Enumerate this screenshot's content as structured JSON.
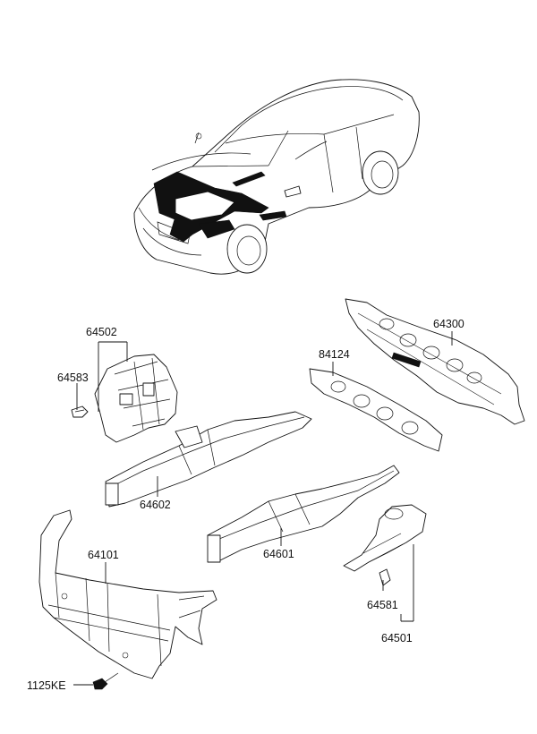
{
  "parts": [
    {
      "id": "p64502",
      "number": "64502"
    },
    {
      "id": "p64583",
      "number": "64583"
    },
    {
      "id": "p64300",
      "number": "64300"
    },
    {
      "id": "p84124",
      "number": "84124"
    },
    {
      "id": "p64602",
      "number": "64602"
    },
    {
      "id": "p64101",
      "number": "64101"
    },
    {
      "id": "p64601",
      "number": "64601"
    },
    {
      "id": "p64581",
      "number": "64581"
    },
    {
      "id": "p64501",
      "number": "64501"
    },
    {
      "id": "p1125KE",
      "number": "1125KE"
    }
  ],
  "colors": {
    "line": "#111111",
    "background": "#ffffff",
    "highlight": "#111111"
  }
}
